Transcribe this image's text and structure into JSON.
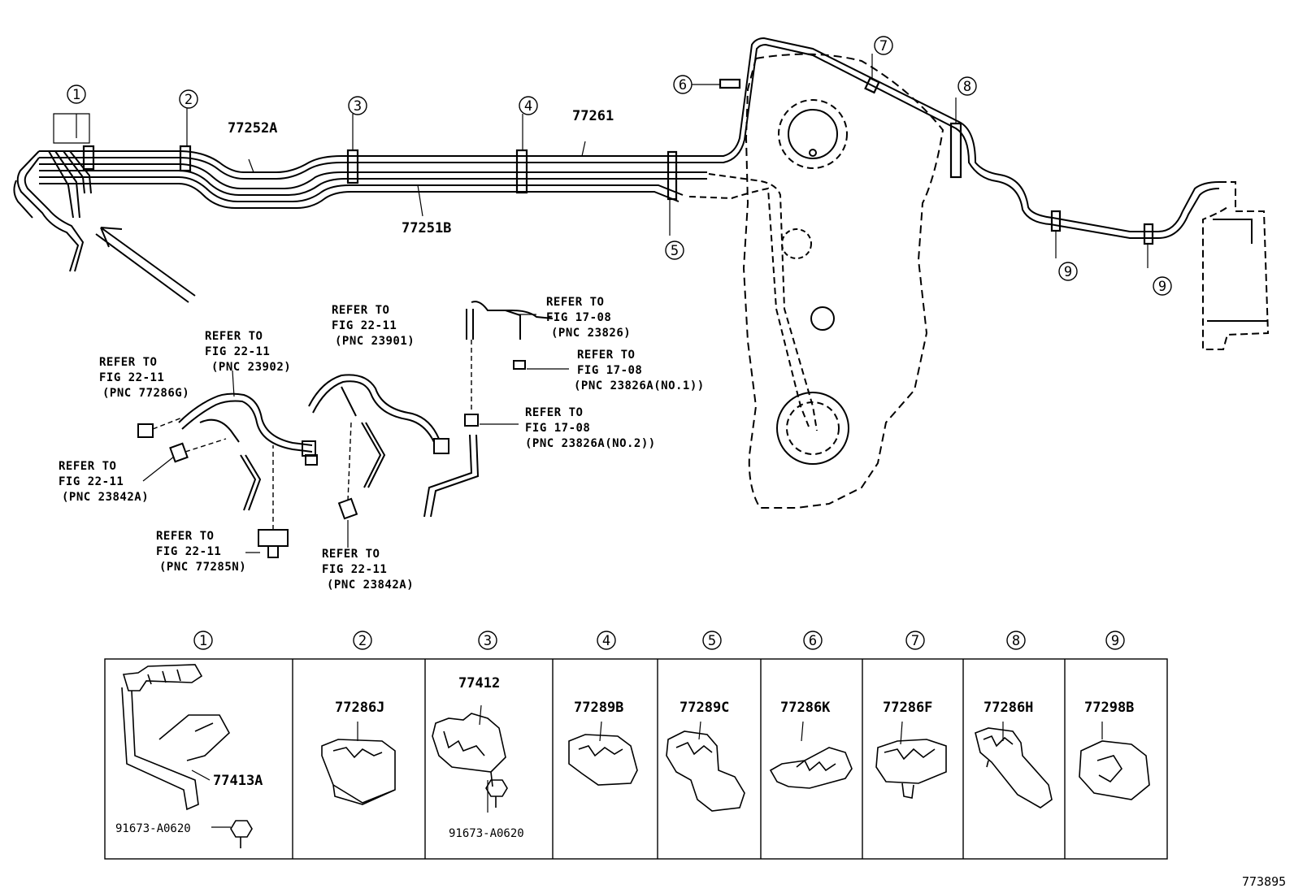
{
  "part_numbers": {
    "p77252A": "77252A",
    "p77261": "77261",
    "p77251B": "77251B"
  },
  "references": [
    {
      "l1": "REFER TO",
      "l2": "FIG 22-11",
      "l3": "(PNC 77286G)"
    },
    {
      "l1": "REFER TO",
      "l2": "FIG 22-11",
      "l3": "(PNC 23902)"
    },
    {
      "l1": "REFER TO",
      "l2": "FIG 22-11",
      "l3": "(PNC 23901)"
    },
    {
      "l1": "REFER TO",
      "l2": "FIG 17-08",
      "l3": "(PNC 23826)"
    },
    {
      "l1": "REFER TO",
      "l2": "FIG 17-08",
      "l3": "(PNC 23826A(NO.1))"
    },
    {
      "l1": "REFER TO",
      "l2": "FIG 17-08",
      "l3": "(PNC 23826A(NO.2))"
    },
    {
      "l1": "REFER TO",
      "l2": "FIG 22-11",
      "l3": "(PNC 23842A)"
    },
    {
      "l1": "REFER TO",
      "l2": "FIG 22-11",
      "l3": "(PNC 77285N)"
    },
    {
      "l1": "REFER TO",
      "l2": "FIG 22-11",
      "l3": "(PNC 23842A)"
    }
  ],
  "callouts": [
    "1",
    "2",
    "3",
    "4",
    "5",
    "6",
    "7",
    "8",
    "9",
    "9"
  ],
  "table": {
    "headers": [
      "1",
      "2",
      "3",
      "4",
      "5",
      "6",
      "7",
      "8",
      "9"
    ],
    "cells": [
      {
        "part": "77413A",
        "bolt": "91673-A0620"
      },
      {
        "part": "77286J"
      },
      {
        "part": "77412",
        "bolt": "91673-A0620"
      },
      {
        "part": "77289B"
      },
      {
        "part": "77289C"
      },
      {
        "part": "77286K"
      },
      {
        "part": "77286F"
      },
      {
        "part": "77286H"
      },
      {
        "part": "77298B"
      }
    ]
  },
  "figure_number": "773895"
}
